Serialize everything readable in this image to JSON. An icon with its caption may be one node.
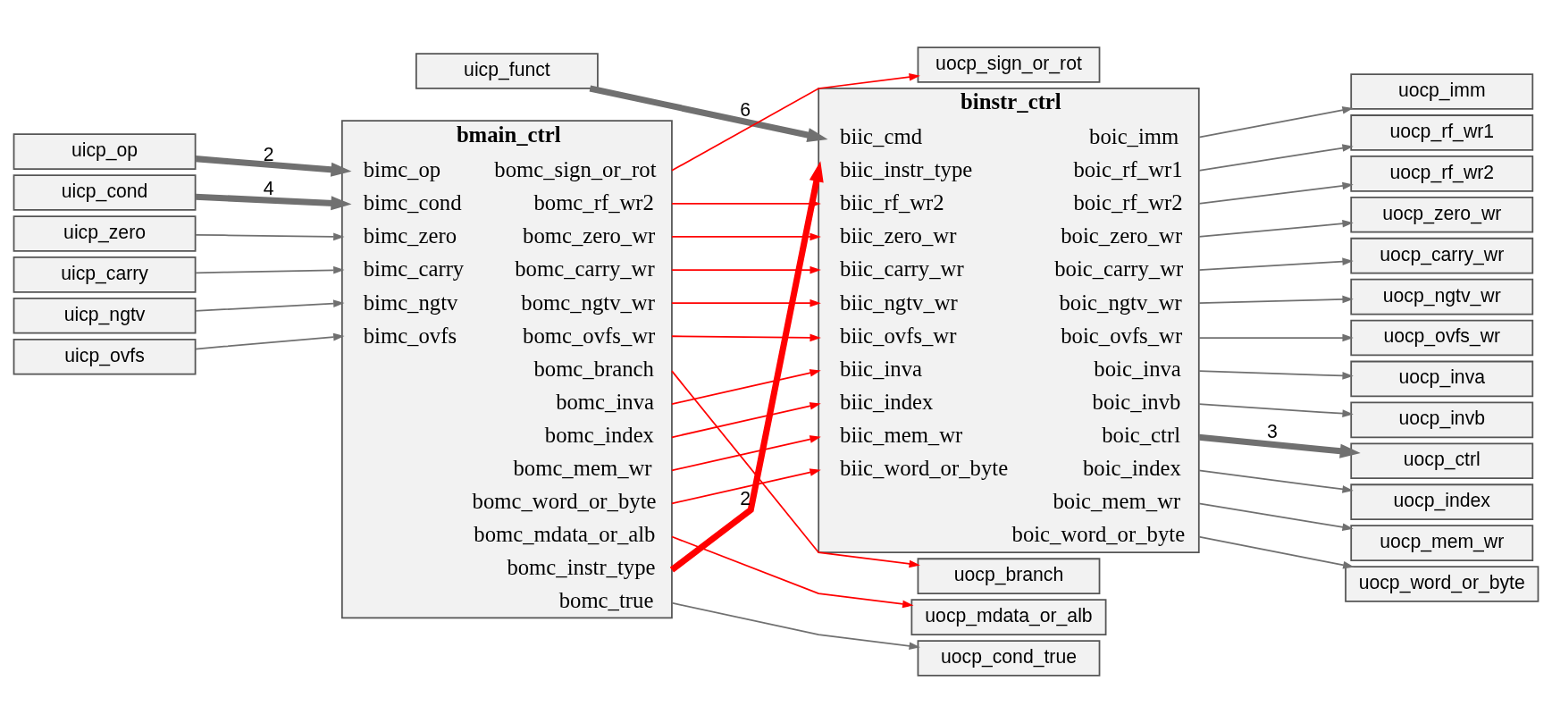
{
  "diagram": {
    "nodes": [
      {
        "text": [
          "uicp_funct"
        ]
      },
      {
        "text": [
          "uicp_op"
        ]
      },
      {
        "text": [
          "uicp_cond"
        ]
      },
      {
        "text": [
          "uicp_zero"
        ]
      },
      {
        "text": [
          "uicp_carry"
        ]
      },
      {
        "text": [
          "uicp_ngtv"
        ]
      },
      {
        "text": [
          "uicp_ovfs"
        ]
      },
      {
        "text": [
          "bmain_ctrl",
          "bimc_op",
          "bimc_cond",
          "bimc_zero",
          "bimc_carry",
          "bimc_ngtv",
          "bimc_ovfs",
          "bomc_sign_or_rot",
          "bomc_rf_wr2",
          "bomc_zero_wr",
          "bomc_carry_wr",
          "bomc_ngtv_wr",
          "bomc_ovfs_wr",
          "bomc_branch",
          "bomc_inva",
          "bomc_index",
          "bomc_mem_wr",
          "bomc_word_or_byte",
          "bomc_mdata_or_alb",
          "bomc_instr_type",
          "bomc_true"
        ]
      },
      {
        "text": [
          "binstr_ctrl",
          "biic_cmd",
          "biic_instr_type",
          "biic_rf_wr2",
          "biic_zero_wr",
          "biic_carry_wr",
          "biic_ngtv_wr",
          "biic_ovfs_wr",
          "biic_inva",
          "biic_index",
          "biic_mem_wr",
          "biic_word_or_byte",
          "boic_imm",
          "boic_rf_wr1",
          "boic_rf_wr2",
          "boic_zero_wr",
          "boic_carry_wr",
          "boic_ngtv_wr",
          "boic_ovfs_wr",
          "boic_inva",
          "boic_invb",
          "boic_ctrl",
          "boic_index",
          "boic_mem_wr",
          "boic_word_or_byte"
        ]
      },
      {
        "text": [
          "uocp_sign_or_rot"
        ]
      },
      {
        "text": [
          "uocp_branch"
        ]
      },
      {
        "text": [
          "uocp_imm"
        ]
      },
      {
        "text": [
          "uocp_rf_wr1"
        ]
      },
      {
        "text": [
          "uocp_rf_wr2"
        ]
      },
      {
        "text": [
          "uocp_zero_wr"
        ]
      },
      {
        "text": [
          "uocp_carry_wr"
        ]
      },
      {
        "text": [
          "uocp_ngtv_wr"
        ]
      },
      {
        "text": [
          "uocp_ovfs_wr"
        ]
      },
      {
        "text": [
          "uocp_inva"
        ]
      },
      {
        "text": [
          "uocp_invb"
        ]
      },
      {
        "text": [
          "uocp_ctrl"
        ]
      },
      {
        "text": [
          "uocp_index"
        ]
      },
      {
        "text": [
          "uocp_mem_wr"
        ]
      },
      {
        "text": [
          "uocp_word_or_byte"
        ]
      },
      {
        "text": [
          "uocp_mdata_or_alb"
        ]
      },
      {
        "text": [
          "uocp_cond_true"
        ]
      }
    ],
    "edges": [
      {
        "from": 0,
        "to": 8,
        "arrow": "to",
        "label": "6",
        "style": "thick"
      },
      {
        "from": 1,
        "to": 7,
        "arrow": "to",
        "label": "2",
        "style": "thick"
      },
      {
        "from": 2,
        "to": 7,
        "arrow": "to",
        "label": "4",
        "style": "thick"
      },
      {
        "from": 3,
        "to": 7,
        "arrow": "to"
      },
      {
        "from": 4,
        "to": 7,
        "arrow": "to"
      },
      {
        "from": 5,
        "to": 7,
        "arrow": "to"
      },
      {
        "from": 6,
        "to": 7,
        "arrow": "to"
      },
      {
        "from": 7,
        "to": 9,
        "arrow": "to",
        "color": "#ff0000"
      },
      {
        "from": 7,
        "to": 10,
        "arrow": "to",
        "color": "#ff0000"
      },
      {
        "from": 7,
        "to": 8,
        "arrow": "to",
        "color": "#ff0000"
      },
      {
        "from": 7,
        "to": 8,
        "arrow": "to",
        "color": "#ff0000"
      },
      {
        "from": 7,
        "to": 8,
        "arrow": "to",
        "color": "#ff0000"
      },
      {
        "from": 7,
        "to": 8,
        "arrow": "to",
        "color": "#ff0000"
      },
      {
        "from": 7,
        "to": 8,
        "arrow": "to",
        "color": "#ff0000"
      },
      {
        "from": 7,
        "to": 8,
        "arrow": "to",
        "color": "#ff0000"
      },
      {
        "from": 7,
        "to": 8,
        "arrow": "to",
        "color": "#ff0000"
      },
      {
        "from": 7,
        "to": 8,
        "arrow": "to",
        "color": "#ff0000"
      },
      {
        "from": 7,
        "to": 8,
        "arrow": "to",
        "color": "#ff0000"
      },
      {
        "from": 7,
        "to": 24,
        "arrow": "to",
        "color": "#ff0000"
      },
      {
        "from": 7,
        "to": 8,
        "arrow": "to",
        "label": "2",
        "style": "thick",
        "color": "#ff0000"
      },
      {
        "from": 7,
        "to": 25,
        "arrow": "to"
      },
      {
        "from": 8,
        "to": 11,
        "arrow": "to"
      },
      {
        "from": 8,
        "to": 12,
        "arrow": "to"
      },
      {
        "from": 8,
        "to": 13,
        "arrow": "to"
      },
      {
        "from": 8,
        "to": 14,
        "arrow": "to"
      },
      {
        "from": 8,
        "to": 15,
        "arrow": "to"
      },
      {
        "from": 8,
        "to": 16,
        "arrow": "to"
      },
      {
        "from": 8,
        "to": 17,
        "arrow": "to"
      },
      {
        "from": 8,
        "to": 18,
        "arrow": "to"
      },
      {
        "from": 8,
        "to": 19,
        "arrow": "to"
      },
      {
        "from": 8,
        "to": 20,
        "arrow": "to",
        "label": "3",
        "style": "thick"
      },
      {
        "from": 8,
        "to": 21,
        "arrow": "to"
      },
      {
        "from": 8,
        "to": 22,
        "arrow": "to"
      },
      {
        "from": 8,
        "to": 23,
        "arrow": "to"
      }
    ]
  }
}
